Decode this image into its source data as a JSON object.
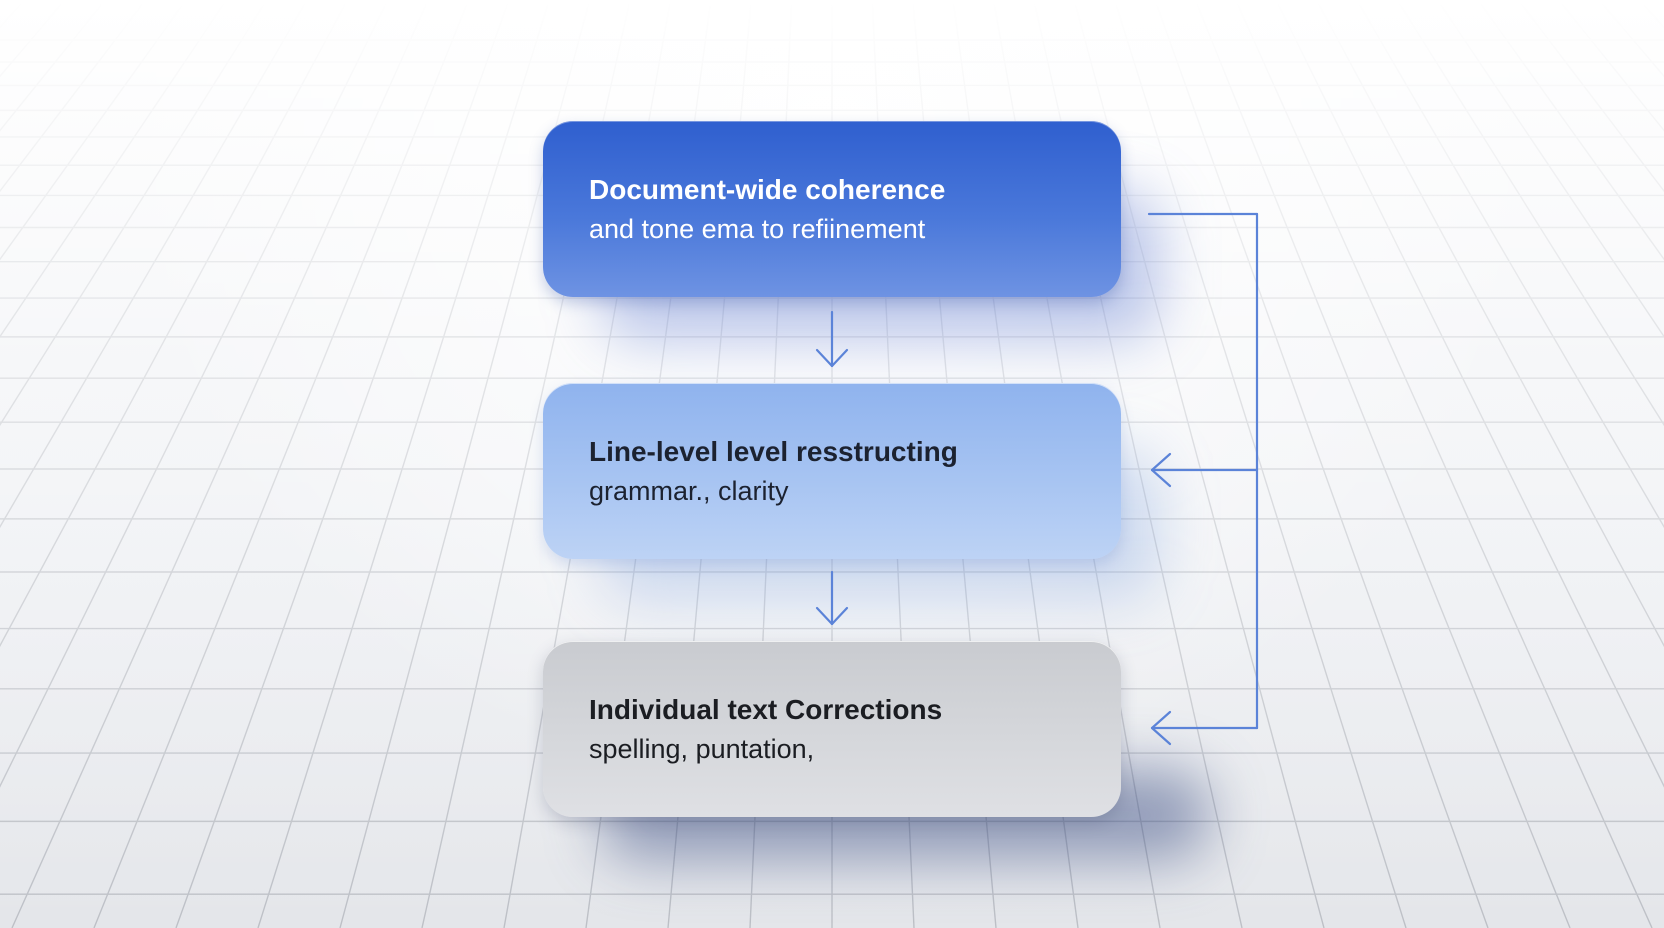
{
  "levels": [
    {
      "title": "Document-wide coherence",
      "subtitle": "and tone ema to refiinement"
    },
    {
      "title": "Line-level level resstructing",
      "subtitle": "grammar., clarity"
    },
    {
      "title": "Individual text Corrections",
      "subtitle": "spelling, puntation,"
    }
  ],
  "colors": {
    "level_1": "#3a67d4",
    "level_2": "#a3c0f1",
    "level_3": "#d2d4d8",
    "connector": "#5b83d8"
  },
  "icons": {
    "down_arrow": "down-arrow-icon",
    "left_arrow": "left-arrow-icon"
  }
}
